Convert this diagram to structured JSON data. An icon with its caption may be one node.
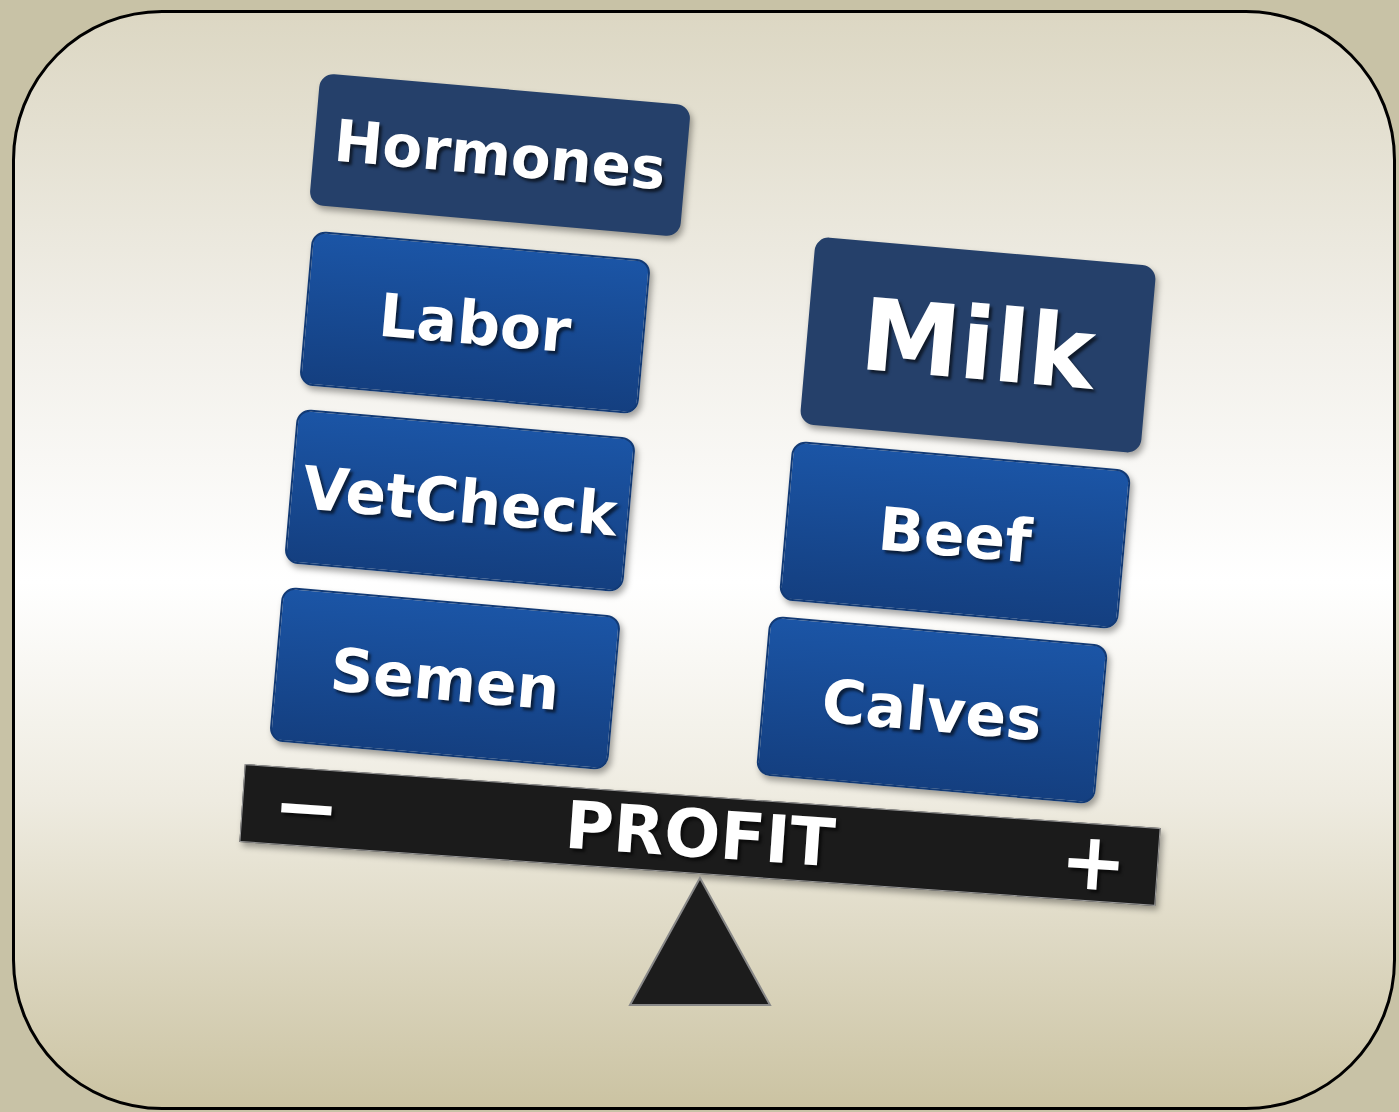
{
  "diagram": {
    "nodes": [
      {
        "text": [
          "Hormones"
        ]
      },
      {
        "text": [
          "Labor"
        ]
      },
      {
        "text": [
          "VetCheck"
        ]
      },
      {
        "text": [
          "Semen"
        ]
      },
      {
        "text": [
          "Milk"
        ]
      },
      {
        "text": [
          "Beef"
        ]
      },
      {
        "text": [
          "Calves"
        ]
      },
      {
        "text": [
          "−",
          "PROFIT",
          "+"
        ]
      },
      {
        "text": [],
        "shape": "triangle"
      }
    ]
  }
}
